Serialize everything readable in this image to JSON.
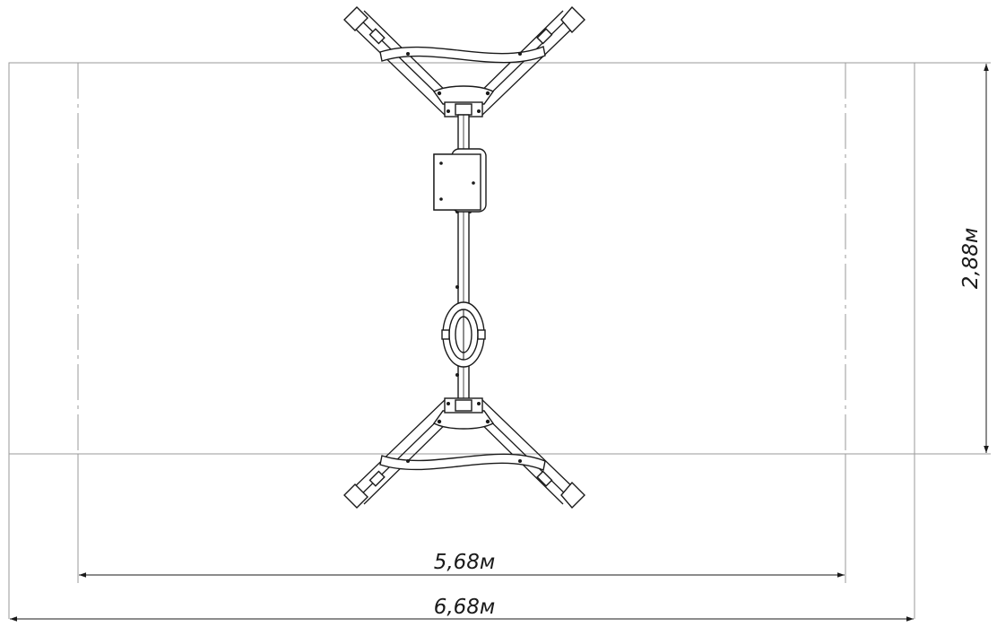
{
  "dimensions": {
    "equipment_width": "5,68м",
    "total_width": "6,68м",
    "depth": "2,88м"
  },
  "colors": {
    "line": "#1a1a1a",
    "zone_line": "#9a9a9a",
    "background": "#ffffff"
  }
}
